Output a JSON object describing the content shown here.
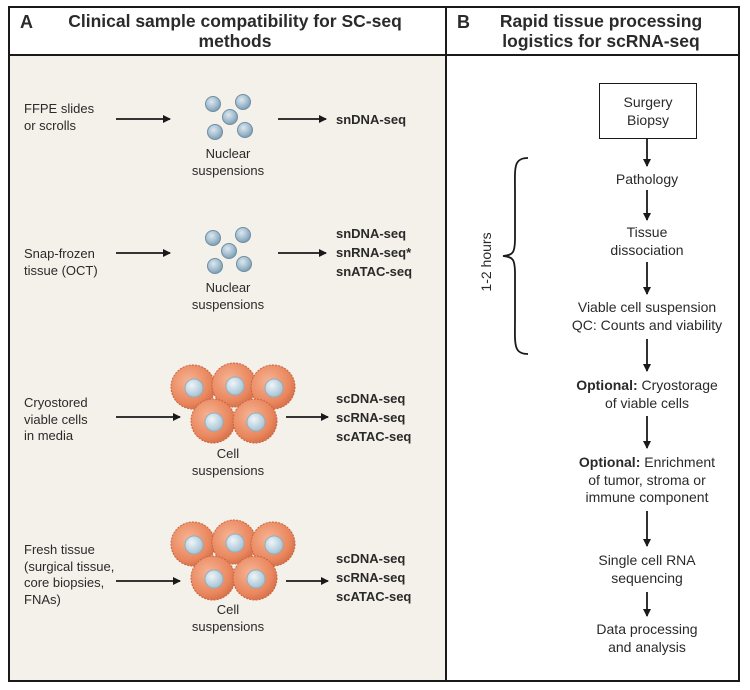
{
  "panel_a": {
    "letter": "A",
    "title": "Clinical sample compatibility for SC-seq methods",
    "rows": [
      {
        "sample": [
          "FFPE slides",
          "or scrolls"
        ],
        "caption": [
          "Nuclear",
          "suspensions"
        ],
        "methods": [
          "snDNA-seq"
        ]
      },
      {
        "sample": [
          "Snap-frozen",
          "tissue (OCT)"
        ],
        "caption": [
          "Nuclear",
          "suspensions"
        ],
        "methods": [
          "snDNA-seq",
          "snRNA-seq*",
          "snATAC-seq"
        ]
      },
      {
        "sample": [
          "Cryostored",
          "viable cells",
          "in media"
        ],
        "caption": [
          "Cell",
          "suspensions"
        ],
        "methods": [
          "scDNA-seq",
          "scRNA-seq",
          "scATAC-seq"
        ]
      },
      {
        "sample": [
          "Fresh tissue",
          "(surgical tissue,",
          "core biopsies,",
          "FNAs)"
        ],
        "caption": [
          "Cell",
          "suspensions"
        ],
        "methods": [
          "scDNA-seq",
          "scRNA-seq",
          "scATAC-seq"
        ]
      }
    ]
  },
  "panel_b": {
    "letter": "B",
    "title": "Rapid tissue processing logistics for scRNA-seq",
    "start_box": [
      "Surgery",
      "Biopsy"
    ],
    "bracket_label": "1-2 hours",
    "steps": {
      "pathology": "Pathology",
      "dissociation": [
        "Tissue",
        "dissociation"
      ],
      "viable": [
        "Viable cell suspension",
        "QC: Counts and viability"
      ],
      "cryo_bold": "Optional:",
      "cryo_rest": " Cryostorage",
      "cryo_line2": "of viable cells",
      "enrich_bold": "Optional:",
      "enrich_rest": " Enrichment",
      "enrich_line2": "of tumor, stroma or",
      "enrich_line3": "immune component",
      "sc_rna": [
        "Single cell RNA",
        "sequencing"
      ],
      "data": [
        "Data processing",
        "and analysis"
      ]
    }
  },
  "colors": {
    "panel_a_bg": "#f4f0ea",
    "nucleus_fill": "#a9c2d3",
    "nucleus_stroke": "#6f8ea3",
    "cell_fill": "#e9865d",
    "cell_stroke": "#c9643d",
    "cell_nucleus": "#c8dbe6"
  }
}
